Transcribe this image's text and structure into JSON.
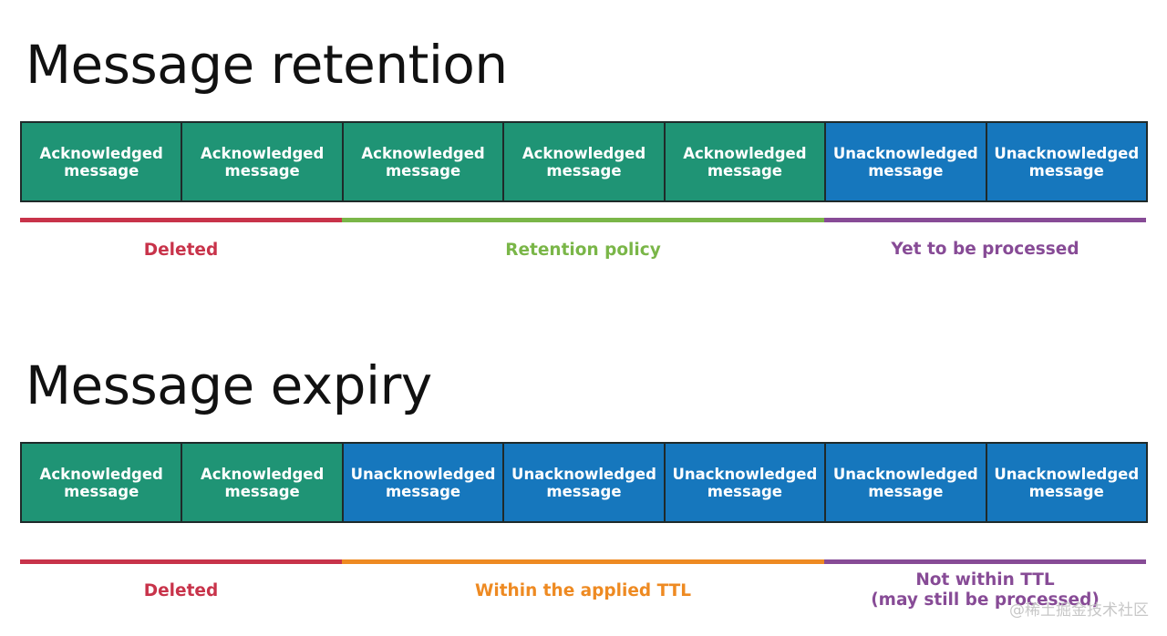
{
  "retention": {
    "title": "Message retention",
    "cells": [
      {
        "line1": "Acknowledged",
        "line2": "message",
        "state": "ack"
      },
      {
        "line1": "Acknowledged",
        "line2": "message",
        "state": "ack"
      },
      {
        "line1": "Acknowledged",
        "line2": "message",
        "state": "ack"
      },
      {
        "line1": "Acknowledged",
        "line2": "message",
        "state": "ack"
      },
      {
        "line1": "Acknowledged",
        "line2": "message",
        "state": "ack"
      },
      {
        "line1": "Unacknowledged",
        "line2": "message",
        "state": "unack"
      },
      {
        "line1": "Unacknowledged",
        "line2": "message",
        "state": "unack"
      }
    ],
    "segments": [
      {
        "label": "Deleted",
        "color": "#c8334a"
      },
      {
        "label": "Retention policy",
        "color": "#7ab648"
      },
      {
        "label": "Yet to be processed",
        "color": "#874b96"
      }
    ]
  },
  "expiry": {
    "title": "Message expiry",
    "cells": [
      {
        "line1": "Acknowledged",
        "line2": "message",
        "state": "ack"
      },
      {
        "line1": "Acknowledged",
        "line2": "message",
        "state": "ack"
      },
      {
        "line1": "Unacknowledged",
        "line2": "message",
        "state": "unack"
      },
      {
        "line1": "Unacknowledged",
        "line2": "message",
        "state": "unack"
      },
      {
        "line1": "Unacknowledged",
        "line2": "message",
        "state": "unack"
      },
      {
        "line1": "Unacknowledged",
        "line2": "message",
        "state": "unack"
      },
      {
        "line1": "Unacknowledged",
        "line2": "message",
        "state": "unack"
      }
    ],
    "segments": [
      {
        "label": "Deleted",
        "color": "#c8334a"
      },
      {
        "label": "Within the applied TTL",
        "color": "#ee8a22"
      },
      {
        "label": "Not within TTL",
        "label2": "(may still be processed)",
        "color": "#874b96"
      }
    ]
  },
  "colors": {
    "acknowledged": "#1f9475",
    "unacknowledged": "#1677bd",
    "cell_border": "#1f2a2a"
  },
  "watermark": "@稀土掘金技术社区"
}
